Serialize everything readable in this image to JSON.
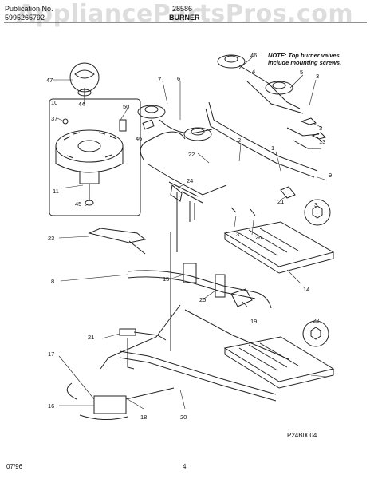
{
  "header": {
    "publication_label": "Publication No.",
    "publication_number": "5995265792",
    "model": "28586",
    "section_title": "BURNER",
    "watermark": "AppliancePartsPros.com"
  },
  "note": {
    "line1": "NOTE: Top burner valves",
    "line2": "include mounting screws."
  },
  "callouts": [
    "47",
    "10",
    "44",
    "50",
    "37",
    "46",
    "11",
    "45",
    "7",
    "6",
    "46",
    "5",
    "4",
    "3",
    "3",
    "13",
    "22",
    "2",
    "1",
    "9",
    "24",
    "21",
    "3",
    "3",
    "26",
    "23",
    "8",
    "15",
    "25",
    "14",
    "19",
    "21",
    "22",
    "17",
    "16",
    "18",
    "20"
  ],
  "figure_code": "P24B0004",
  "footer": {
    "date": "07/96",
    "page": "4"
  }
}
